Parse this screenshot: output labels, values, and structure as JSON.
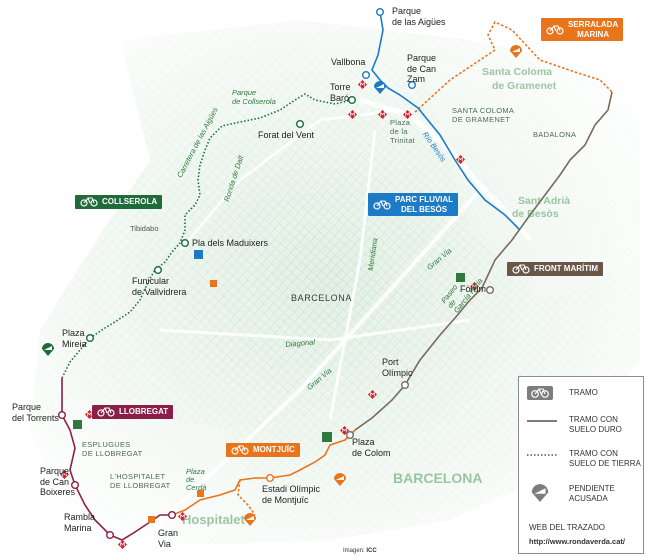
{
  "routes": {
    "serralada": {
      "label_line1": "SERRALADA",
      "label_line2": "MARINA",
      "color": "#e8741c"
    },
    "collserola": {
      "label": "COLLSEROLA",
      "color": "#1f6b3a"
    },
    "parc_fluvial": {
      "label_line1": "PARC FLUVIAL",
      "label_line2": "DEL BESÒS",
      "color": "#1d7ac4"
    },
    "front_maritim": {
      "label": "FRONT MARÍTIM",
      "color": "#6b5747"
    },
    "llobregat": {
      "label": "LLOBREGAT",
      "color": "#8c1f48"
    },
    "montjuic": {
      "label": "MONTJUÏC",
      "color": "#e8741c"
    }
  },
  "places": {
    "parque_aigues": [
      "Parque",
      "de las Aigües"
    ],
    "vallbona": "Vallbona",
    "parque_can_zam": [
      "Parque",
      "de Can",
      "Zam"
    ],
    "torre_baro": [
      "Torre",
      "Baró"
    ],
    "forat_vent": "Forat del Vent",
    "pla_maduixers": "Pla dels Maduixers",
    "funicular": [
      "Funicular",
      "de Vallvidrera"
    ],
    "plaza_mireia": [
      "Plaza",
      "Mireia"
    ],
    "parque_torrents": [
      "Parque",
      "del Torrents"
    ],
    "parque_can_boixeres": [
      "Parque",
      "de Can",
      "Boixeres"
    ],
    "rambla_marina": [
      "Rambla",
      "Marina"
    ],
    "gran_via_bottom": [
      "Gran",
      "Via"
    ],
    "estadi_olimpic": [
      "Estadi Olímpic",
      "de Montjuïc"
    ],
    "plaza_colom": [
      "Plaza",
      "de Colom"
    ],
    "port_olimpic": [
      "Port",
      "Olímpic"
    ],
    "forum": "Fòrum",
    "plaza_trinitat": [
      "Plaza",
      "de la",
      "Trinitat"
    ]
  },
  "districts": {
    "santa_coloma": [
      "SANTA COLOMA",
      "DE GRAMENET"
    ],
    "badalona": "BADALONA",
    "barcelona": "BARCELONA",
    "esplugues": [
      "ESPLUGUES",
      "DE LLOBREGAT"
    ],
    "hospitalet": [
      "L'HOSPITALET",
      "DE LLOBREGAT"
    ]
  },
  "streets": {
    "parque_collserola": [
      "Parque",
      "de Collserola"
    ],
    "tibidabo": "Tibidabo",
    "carretera_aigues": "Carretera de las Aigües",
    "ronda_dalt": "Ronda de Dalt",
    "meridiana": "Meridiana",
    "gran_via_1": "Gran Via",
    "gran_via_2": "Gran Via",
    "diagonal": "Diagonal",
    "rio_besos": "Río Besòs",
    "paseo_garcia_farja": [
      "Paseo",
      "de",
      "García Fària"
    ],
    "plaza_cerda": [
      "Plaza",
      "de",
      "Cerdà"
    ]
  },
  "basemap_big": {
    "santa_coloma": "Santa Coloma",
    "de_gramenet": "de Gramenet",
    "santa_adria": "Sant Adrià",
    "de_besos": "de Besòs",
    "barcelona": "BARCELONA",
    "hospitalet": "Hospitalet"
  },
  "legend": {
    "tramo": "TRAMO",
    "suelo_duro": [
      "TRAMO CON",
      "SUELO DURO"
    ],
    "suelo_tierra": [
      "TRAMO CON",
      "SUELO DE TIERRA"
    ],
    "pendiente": [
      "PENDIENTE",
      "ACUSADA"
    ],
    "web_label": "WEB DEL TRAZADO",
    "web_url": "http://www.rondaverda.cat/"
  },
  "credit": {
    "label": "Imagen:",
    "source": "ICC"
  },
  "colors": {
    "solid_grey": "#7d7d7d",
    "basemap_green": "#cfe6d3",
    "metro_red": "#d4202a"
  }
}
